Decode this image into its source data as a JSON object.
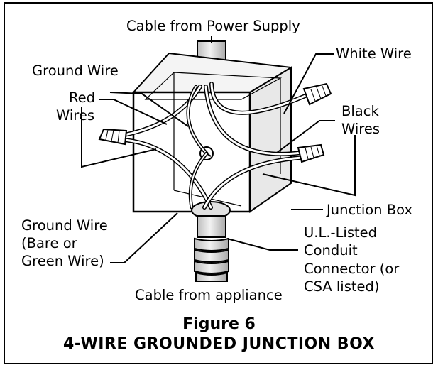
{
  "labels": {
    "power_cable": "Cable from Power Supply",
    "white_wire": "White Wire",
    "ground_wire_top": "Ground Wire",
    "red_wires": [
      "Red",
      "Wires"
    ],
    "black_wires": [
      "Black",
      "Wires"
    ],
    "junction_box": "Junction Box",
    "ground_wire_bottom": [
      "Ground Wire",
      "(Bare or",
      "Green Wire)"
    ],
    "connector": [
      "U.L.-Listed",
      "Conduit",
      "Connector (or",
      "CSA listed)"
    ],
    "appliance_cable": "Cable from appliance"
  },
  "caption": {
    "figure": "Figure 6",
    "title": "4-WIRE GROUNDED JUNCTION BOX"
  },
  "colors": {
    "ink": "#000000",
    "box_face": "#ffffff",
    "box_side": "#e8e8e8",
    "conduit": "#d9d9d9"
  }
}
